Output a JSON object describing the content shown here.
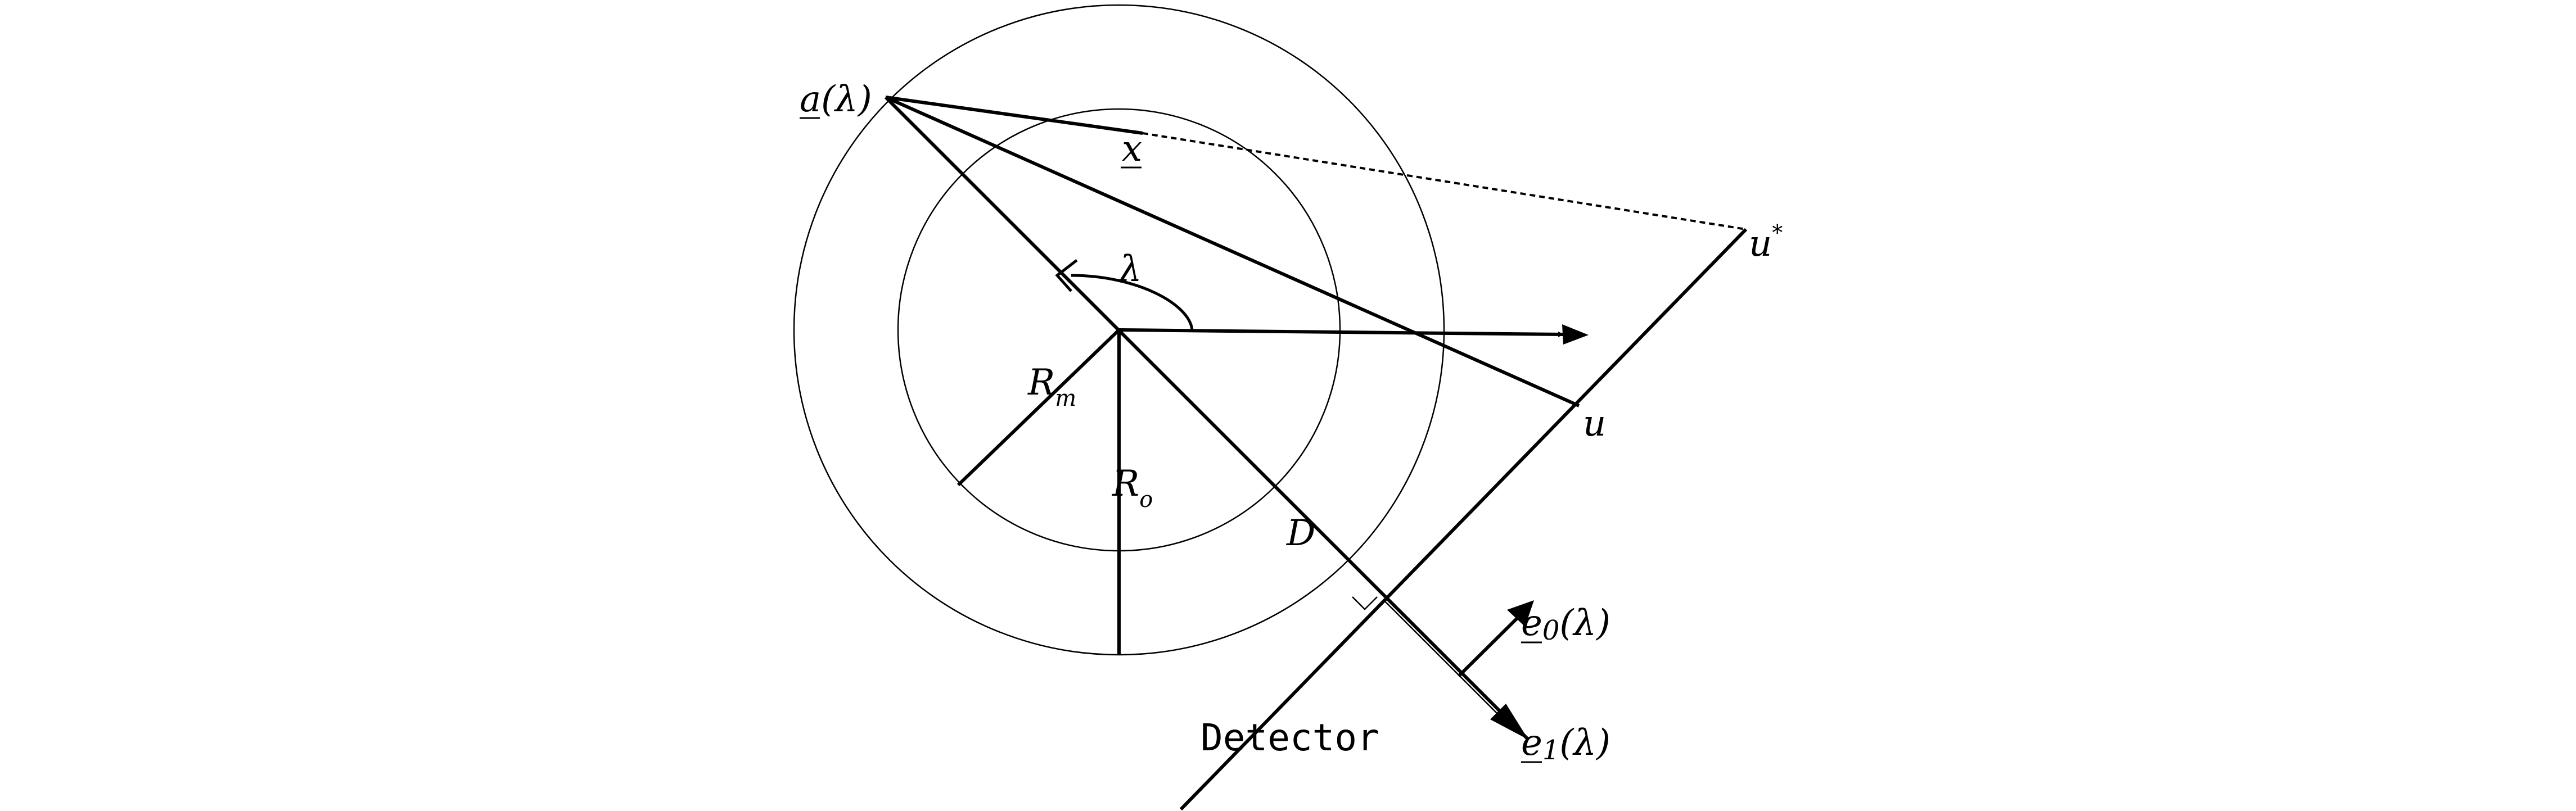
{
  "labels": {
    "source_a": "a",
    "source_lambda": "(λ)",
    "point_x": "x",
    "angle_lambda": "λ",
    "point_u_star": "u",
    "u_star_sup": "*",
    "point_u": "u",
    "radius_m": "R",
    "radius_m_sub": "m",
    "radius_o": "R",
    "radius_o_sub": "o",
    "distance_d": "D",
    "vector_e0": "e",
    "vector_e0_sub": "0",
    "vector_e0_lambda": "(λ)",
    "vector_e1": "e",
    "vector_e1_sub": "1",
    "vector_e1_lambda": "(λ)",
    "detector": "Detector"
  },
  "colors": {
    "stroke": "#000000",
    "background": "#ffffff"
  }
}
